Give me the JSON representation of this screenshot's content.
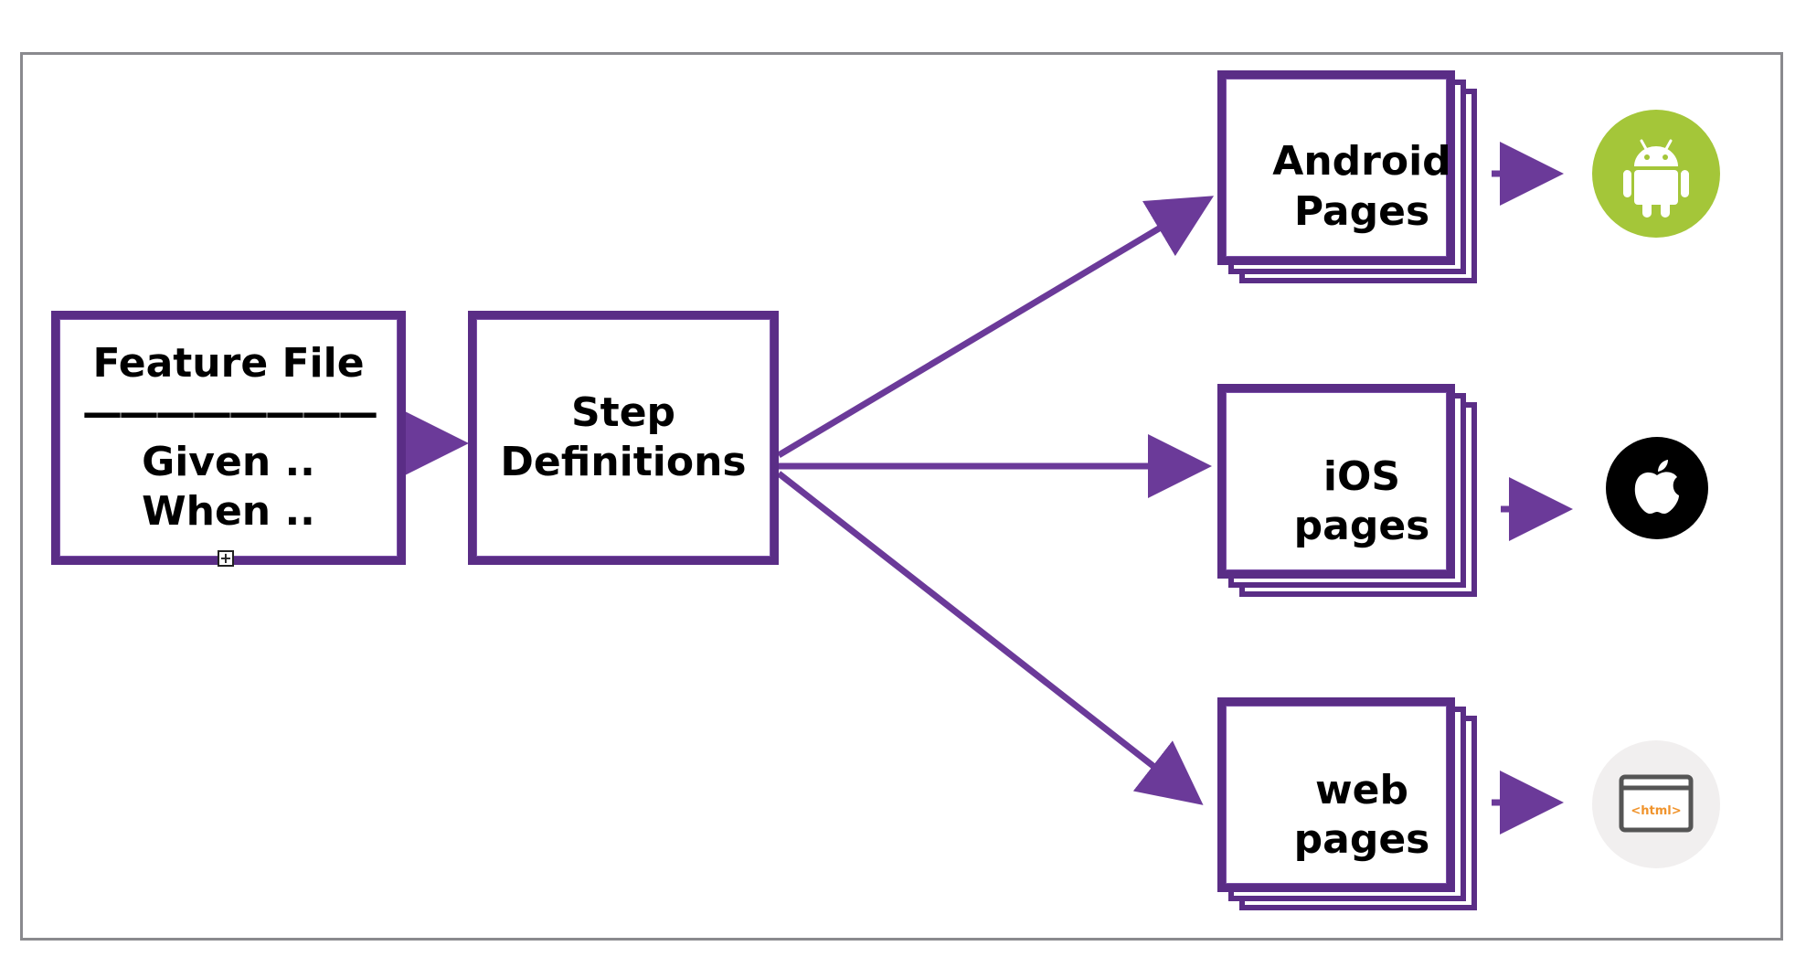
{
  "feature_file": {
    "title": "Feature File",
    "divider": "————————",
    "line1": "Given ..",
    "line2": "When .."
  },
  "step_definitions": {
    "line1": "Step",
    "line2": "Definitions"
  },
  "android_pages": {
    "line1": "Android",
    "line2": "Pages"
  },
  "ios_pages": {
    "line1": "iOS",
    "line2": "pages"
  },
  "web_pages": {
    "line1": "web",
    "line2": "pages"
  },
  "icons": {
    "android": {
      "name": "android-icon",
      "bg": "#a4c639",
      "fg": "#ffffff"
    },
    "apple": {
      "name": "apple-icon",
      "bg": "#000000",
      "fg": "#ffffff"
    },
    "html": {
      "name": "html-icon",
      "bg": "#f1efef",
      "fg": "#555555",
      "accent": "#f0932b",
      "text": "<html>"
    }
  },
  "colors": {
    "arrow": "#6b3a99",
    "box": "#5a2d86",
    "frame": "#8a8a8e"
  }
}
